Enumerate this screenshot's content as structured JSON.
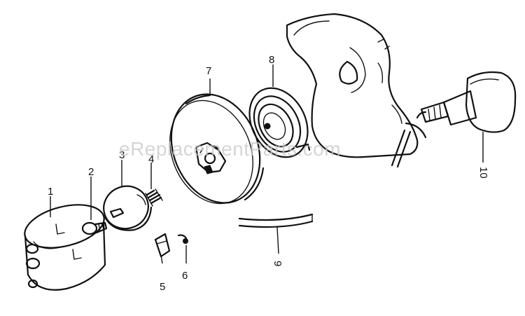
{
  "watermark": "eReplacementParts.com",
  "callouts": [
    {
      "id": "1",
      "label": "1"
    },
    {
      "id": "2",
      "label": "2"
    },
    {
      "id": "3",
      "label": "3"
    },
    {
      "id": "4",
      "label": "4"
    },
    {
      "id": "5",
      "label": "5"
    },
    {
      "id": "6",
      "label": "6"
    },
    {
      "id": "7",
      "label": "7"
    },
    {
      "id": "8",
      "label": "8"
    },
    {
      "id": "9",
      "label": "9"
    },
    {
      "id": "10",
      "label": "10"
    }
  ],
  "colors": {
    "line": "#111111",
    "background": "#ffffff",
    "watermark": "#c8c8c8"
  }
}
